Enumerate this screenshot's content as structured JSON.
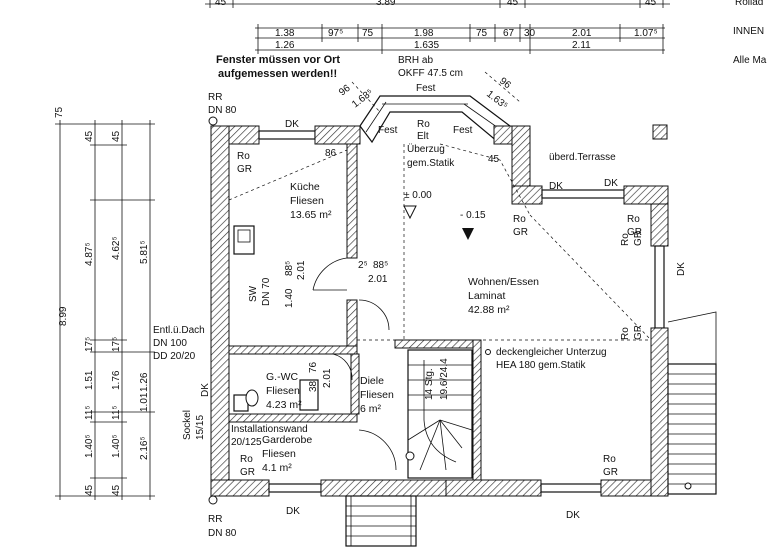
{
  "top_dimensions": {
    "row0": [
      "45",
      "3.89",
      "45",
      "45"
    ],
    "row1": [
      "1.38",
      "97⁵",
      "75",
      "1.98",
      "75",
      "67",
      "30",
      "2.01",
      "1.07⁵"
    ],
    "row2": [
      "1.26",
      "1.635",
      "2.11"
    ]
  },
  "right_cut_text": [
    "Rollad",
    "INNEN",
    "Alle Ma"
  ],
  "notes": {
    "windows_line1": "Fenster müssen vor Ort",
    "windows_line2": "aufgemessen werden!!",
    "brh_line1": "BRH ab",
    "brh_line2": "OKFF 47.5 cm",
    "fest1": "Fest",
    "fest2": "Fest",
    "fest3": "Fest",
    "ro_elt1": "Ro",
    "ro_elt2": "Elt",
    "ueberzug1": "Überzug",
    "ueberzug2": "gem.Statik",
    "terrace": "überd.Terrasse",
    "beam1": "deckengleicher Unterzug",
    "beam2": "HEA 180 gem.Statik",
    "ventilation1": "Entl.ü.Dach",
    "ventilation2": "DN 100",
    "ventilation3": "DD 20/20",
    "installation1": "Installationswand",
    "installation2": "20/125",
    "socket1": "Sockel",
    "socket2": "15/15",
    "sw1": "SW",
    "sw2": "DN 70",
    "stairs1": "14 Stg.",
    "stairs2": "19.6/24.4"
  },
  "rr": {
    "top_rr": "RR",
    "top_dn": "DN 80",
    "bottom_rr": "RR",
    "bottom_dn": "DN 80"
  },
  "rooms": {
    "kitchen_name": "Küche",
    "kitchen_floor": "Fliesen",
    "kitchen_area": "13.65 m²",
    "living_name": "Wohnen/Essen",
    "living_floor": "Laminat",
    "living_area": "42.88 m²",
    "wc_name": "G.-WC",
    "wc_floor": "Fliesen",
    "wc_area": "4.23 m²",
    "hall_name": "Diele",
    "hall_floor": "Fliesen",
    "hall_area": "6 m²",
    "wardrobe_name": "Garderobe",
    "wardrobe_floor": "Fliesen",
    "wardrobe_area": "4.1 m²"
  },
  "levels": {
    "zero": "± 0.00",
    "minus": "- 0.15"
  },
  "labels": {
    "ro": "Ro",
    "gr": "GR",
    "dk": "DK",
    "dim_86": "86",
    "dim_45": "45",
    "dim_96": "96",
    "dim_163": "1.63⁵",
    "dim_25": "2⁵",
    "dim_885": "88⁵",
    "dim_201": "2.01",
    "dim_140": "1.40",
    "dim_76": "76",
    "dim_38": "38"
  },
  "left_dimensions": {
    "total": "8.99",
    "col1": [
      "75",
      "45",
      "4.87⁵",
      "17⁵",
      "1.51",
      "11⁵",
      "1.40⁵",
      "45"
    ],
    "col2": [
      "45",
      "4.62⁵",
      "17⁵",
      "1.76",
      "11⁵",
      "1.40⁵",
      "45"
    ],
    "col3": [
      "5.81⁵",
      "1.26",
      "1.01",
      "2.16⁵"
    ]
  }
}
